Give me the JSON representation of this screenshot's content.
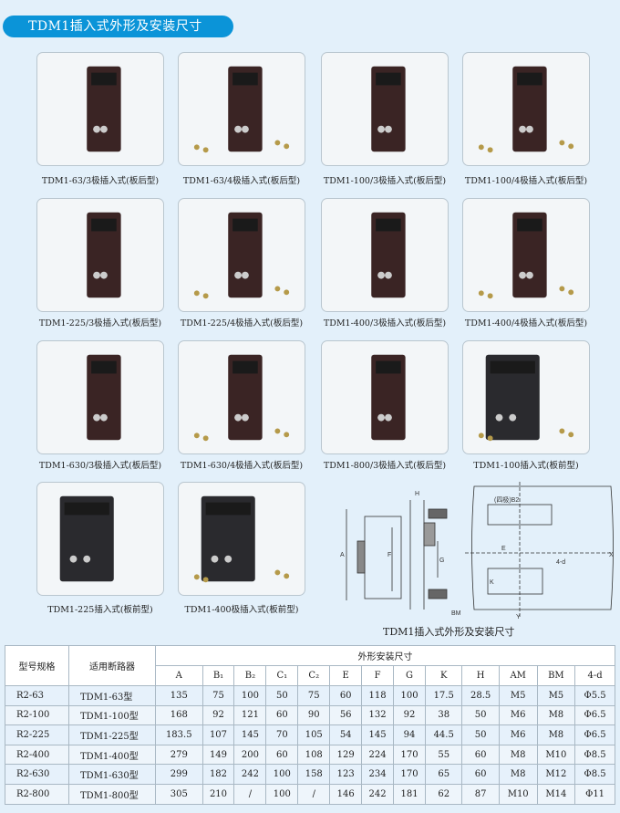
{
  "title": "TDM1插入式外形及安装尺寸",
  "products": [
    "TDM1-63/3极插入式(板后型)",
    "TDM1-63/4极插入式(板后型)",
    "TDM1-100/3极插入式(板后型)",
    "TDM1-100/4极插入式(板后型)",
    "TDM1-225/3极插入式(板后型)",
    "TDM1-225/4极插入式(板后型)",
    "TDM1-400/3极插入式(板后型)",
    "TDM1-400/4极插入式(板后型)",
    "TDM1-630/3极插入式(板后型)",
    "TDM1-630/4极插入式(板后型)",
    "TDM1-800/3极插入式(板后型)",
    "TDM1-100插入式(板前型)",
    "TDM1-225插入式(板前型)",
    "TDM1-400极插入式(板前型)"
  ],
  "drawing": {
    "caption": "TDM1插入式外形及安装尺寸"
  },
  "table": {
    "h_model": "型号规格",
    "h_breaker": "适用断路器",
    "h_dims": "外形安装尺寸",
    "cols": [
      "A",
      "B₁",
      "B₂",
      "C₁",
      "C₂",
      "E",
      "F",
      "G",
      "K",
      "H",
      "AM",
      "BM",
      "4-d"
    ],
    "rows": [
      [
        "R2-63",
        "TDM1-63型",
        "135",
        "75",
        "100",
        "50",
        "75",
        "60",
        "118",
        "100",
        "17.5",
        "28.5",
        "M5",
        "M5",
        "Φ5.5"
      ],
      [
        "R2-100",
        "TDM1-100型",
        "168",
        "92",
        "121",
        "60",
        "90",
        "56",
        "132",
        "92",
        "38",
        "50",
        "M6",
        "M8",
        "Φ6.5"
      ],
      [
        "R2-225",
        "TDM1-225型",
        "183.5",
        "107",
        "145",
        "70",
        "105",
        "54",
        "145",
        "94",
        "44.5",
        "50",
        "M6",
        "M8",
        "Φ6.5"
      ],
      [
        "R2-400",
        "TDM1-400型",
        "279",
        "149",
        "200",
        "60",
        "108",
        "129",
        "224",
        "170",
        "55",
        "60",
        "M8",
        "M10",
        "Φ8.5"
      ],
      [
        "R2-630",
        "TDM1-630型",
        "299",
        "182",
        "242",
        "100",
        "158",
        "123",
        "234",
        "170",
        "65",
        "60",
        "M8",
        "M12",
        "Φ8.5"
      ],
      [
        "R2-800",
        "TDM1-800型",
        "305",
        "210",
        "/",
        "100",
        "/",
        "146",
        "242",
        "181",
        "62",
        "87",
        "M10",
        "M14",
        "Φ11"
      ]
    ]
  }
}
